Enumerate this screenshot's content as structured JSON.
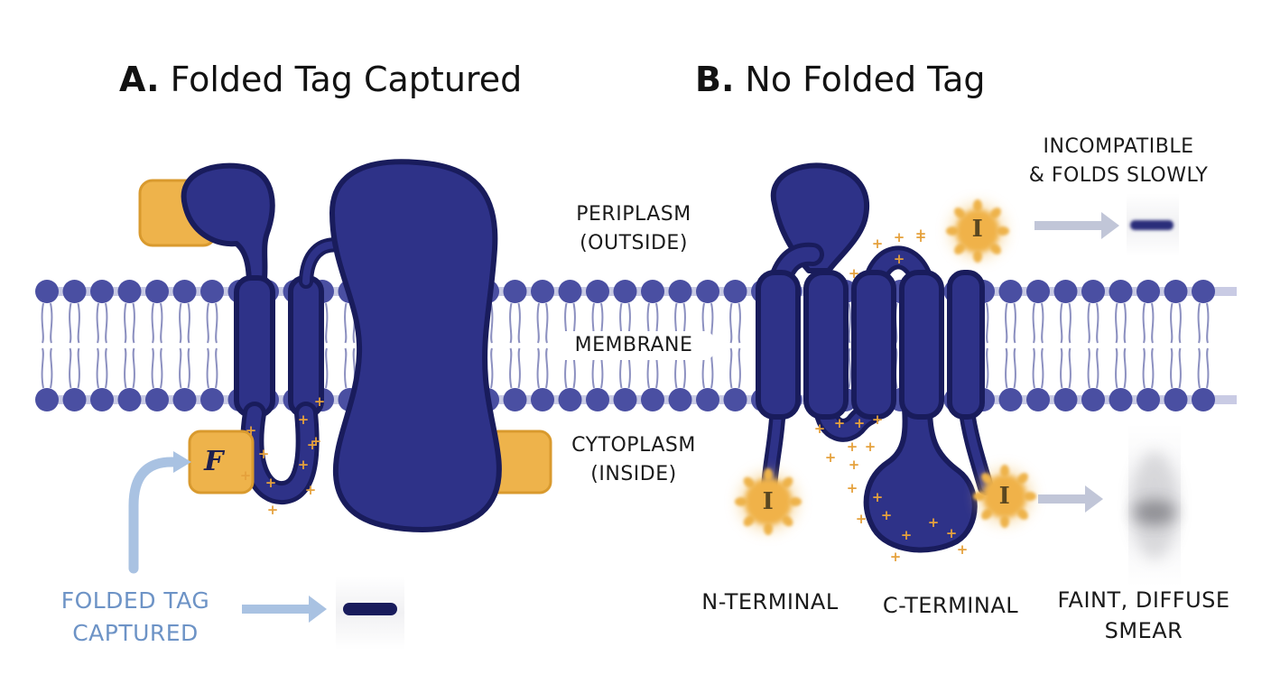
{
  "panel_a": {
    "letter": "A.",
    "title": "Folded Tag Captured",
    "tag_symbol": "F",
    "capture_label_line1": "FOLDED TAG",
    "capture_label_line2": "CAPTURED"
  },
  "panel_b": {
    "letter": "B.",
    "title": "No Folded Tag",
    "incompatible_line1": "INCOMPATIBLE",
    "incompatible_line2": "& FOLDS SLOWLY",
    "n_terminal": "N-TERMINAL",
    "c_terminal": "C-TERMINAL",
    "smear_line1": "FAINT, DIFFUSE",
    "smear_line2": "SMEAR",
    "inclusion_symbol": "I"
  },
  "compartments": {
    "periplasm_line1": "PERIPLASM",
    "periplasm_line2": "(OUTSIDE)",
    "membrane": "MEMBRANE",
    "cytoplasm_line1": "CYTOPLASM",
    "cytoplasm_line2": "(INSIDE)"
  },
  "colors": {
    "protein": "#2e3288",
    "protein_outline": "#191c5c",
    "tag": "#eeb34b",
    "lipid_head": "#4a4fa2",
    "arrow_blue": "#a9c2e2",
    "arrow_gray": "#b5b9cc"
  }
}
